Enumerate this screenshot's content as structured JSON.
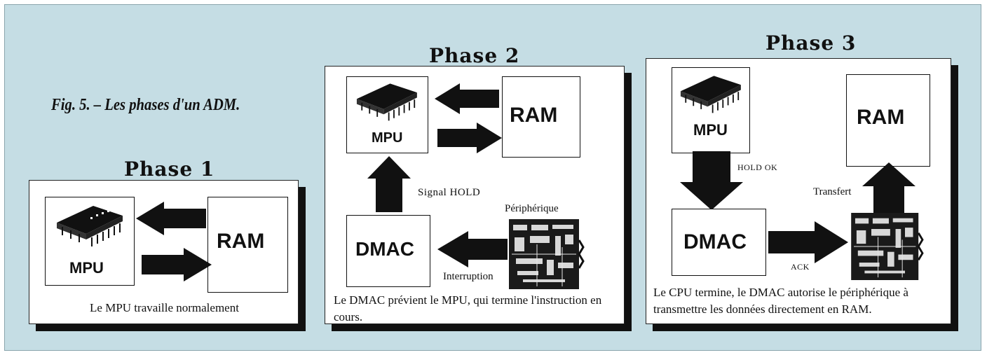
{
  "figure_caption": "Fig. 5. – Les phases d'un ADM.",
  "phases": [
    {
      "title": "Phase 1",
      "mpu_label": "MPU",
      "ram_label": "RAM",
      "caption": "Le MPU travaille normalement"
    },
    {
      "title": "Phase 2",
      "mpu_label": "MPU",
      "ram_label": "RAM",
      "dmac_label": "DMAC",
      "signal_label": "Signal HOLD",
      "peripheral_label": "Périphérique",
      "interrupt_label": "Interruption",
      "caption": "Le DMAC prévient le MPU, qui termine l'instruction en cours."
    },
    {
      "title": "Phase 3",
      "mpu_label": "MPU",
      "ram_label": "RAM",
      "dmac_label": "DMAC",
      "hold_ok_label": "HOLD OK",
      "transfer_label": "Transfert",
      "ack_label": "ACK",
      "caption": "Le CPU termine, le DMAC autorise le périphérique à transmettre les données directement en RAM."
    }
  ],
  "colors": {
    "background": "#c5dde4",
    "panel": "#ffffff",
    "ink": "#111111"
  },
  "icons": [
    "chip-icon",
    "peripheral-board-icon",
    "block-arrow-icon"
  ]
}
